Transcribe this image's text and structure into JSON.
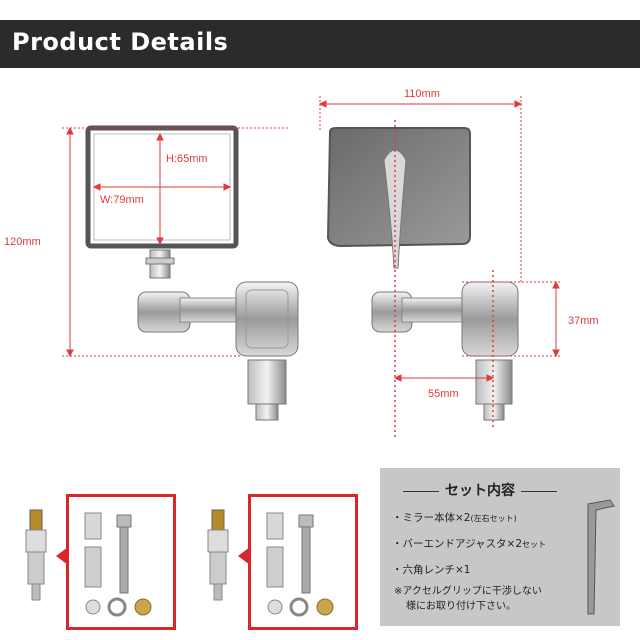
{
  "header": {
    "title": "Product Details"
  },
  "dimensions": {
    "height_mirror": "H:65mm",
    "width_mirror": "W:79mm",
    "total_height": "120mm",
    "total_width": "110mm",
    "clamp_height": "37mm",
    "offset": "55mm"
  },
  "set_contents": {
    "title": "セット内容",
    "items": [
      {
        "text": "・ミラー本体×2",
        "small": "(左右セット)"
      },
      {
        "text": "・バーエンドアジャスタ×2",
        "small": "セット"
      },
      {
        "text": "・六角レンチ×1",
        "small": ""
      }
    ],
    "note_line1": "※アクセルグリップに干渉しない",
    "note_line2": "様にお取り付け下さい。"
  },
  "colors": {
    "header_bg": "#2b2b2b",
    "dimension": "#e23a3a",
    "accent_red": "#d9262a",
    "panel_bg": "#c7c7c7"
  }
}
